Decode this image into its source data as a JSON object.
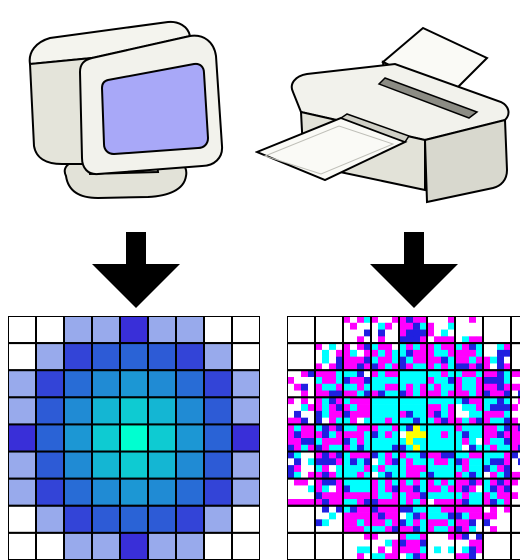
{
  "diagram": {
    "left_panel": {
      "device": "monitor-icon",
      "output": "rendered-screen-pixel-grid",
      "grid_columns": 9,
      "grid_rows": 9
    },
    "right_panel": {
      "device": "printer-icon",
      "output": "dithered-print-pixel-grid",
      "grid_columns": 9,
      "grid_rows": 9
    },
    "arrow": "down-arrow-icon",
    "colors": {
      "outline": "#000000",
      "device_body": "#ecece4",
      "device_shadow": "#d6d6cc",
      "monitor_screen": "#a8a8f8",
      "screen_center": "#00ffd0",
      "screen_edge": "#3a2ad8",
      "print_cyan": "#00ffff",
      "print_magenta": "#ff00ff",
      "print_blue": "#2020e0",
      "print_yellow": "#ffff00"
    }
  }
}
